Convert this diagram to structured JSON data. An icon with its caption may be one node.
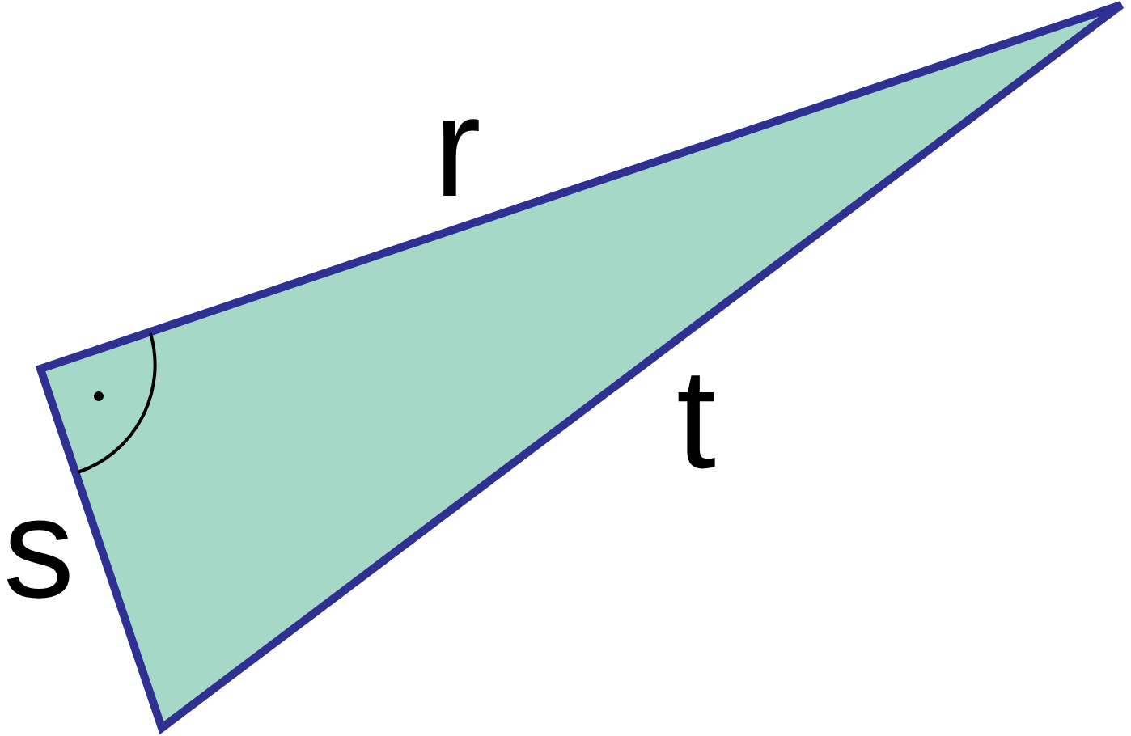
{
  "diagram": {
    "labels": [
      "r",
      "t",
      "s"
    ]
  }
}
